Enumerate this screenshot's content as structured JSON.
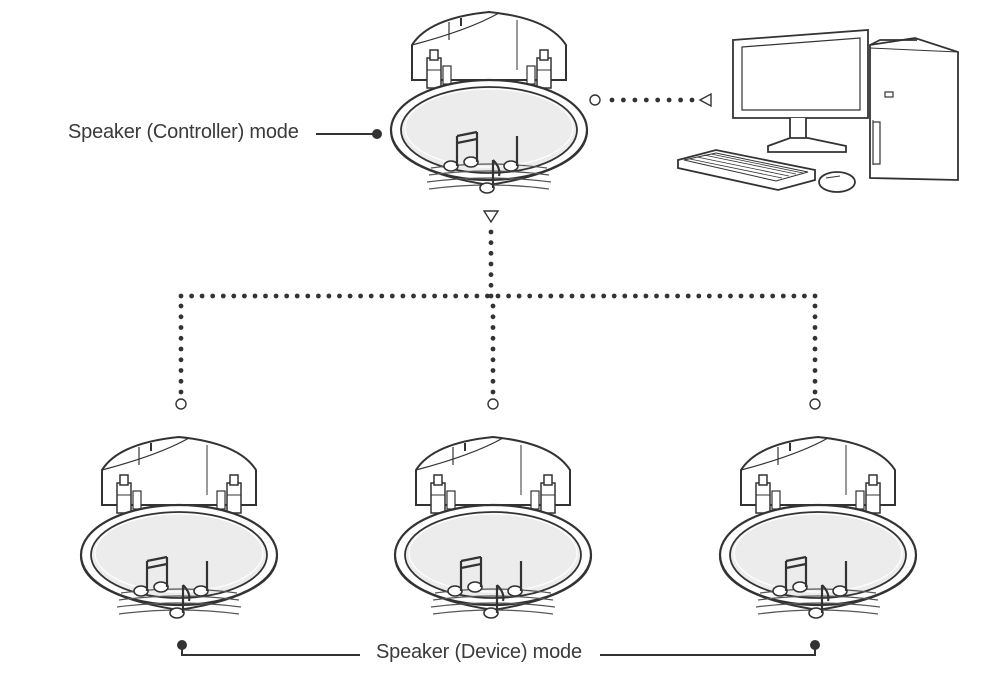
{
  "labels": {
    "controller_mode": "Speaker (Controller) mode",
    "device_mode": "Speaker (Device) mode"
  },
  "nodes": [
    {
      "id": "controller-speaker",
      "icon": "ceiling-speaker-icon",
      "role": "controller"
    },
    {
      "id": "device-speaker-1",
      "icon": "ceiling-speaker-icon",
      "role": "device"
    },
    {
      "id": "device-speaker-2",
      "icon": "ceiling-speaker-icon",
      "role": "device"
    },
    {
      "id": "device-speaker-3",
      "icon": "ceiling-speaker-icon",
      "role": "device"
    },
    {
      "id": "computer",
      "icon": "desktop-computer-icon",
      "role": "source"
    }
  ],
  "colors": {
    "line": "#3a3a3a",
    "connector": "#333333",
    "fill": "#ffffff",
    "grille": "#ececec"
  }
}
